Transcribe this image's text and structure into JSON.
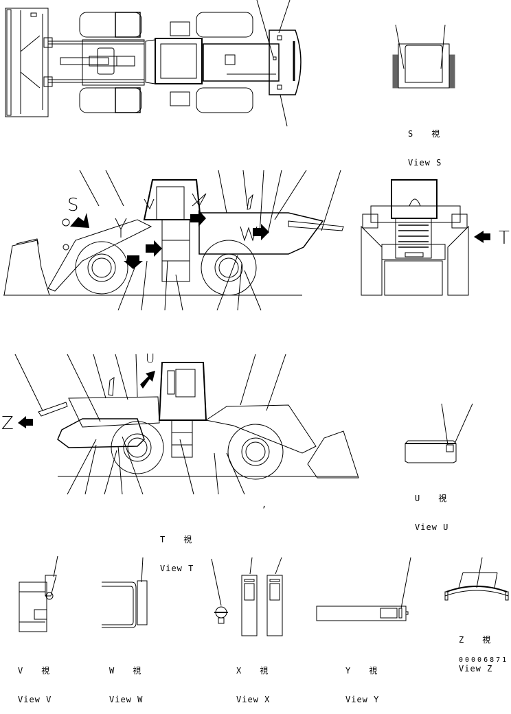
{
  "drawing": {
    "type": "decal / label placement diagram — wheel loader",
    "views": {
      "top": {
        "name": "top-plan-view"
      },
      "left_side": {
        "name": "left-side-view"
      },
      "rear": {
        "name": "rear-view"
      },
      "right_side": {
        "name": "right-side-view"
      }
    },
    "view_markers": {
      "S": "S",
      "T": "T",
      "U": "U",
      "V": "V",
      "W": "W",
      "X": "X",
      "Y": "Y",
      "Z": "Z"
    },
    "captions": {
      "S": {
        "jp": "S　　視",
        "en": "View S"
      },
      "T": {
        "jp": "T　　視",
        "en": "View T"
      },
      "U": {
        "jp": "U　　視",
        "en": "View U"
      },
      "V": {
        "jp": "V　　視",
        "en": "View V"
      },
      "W": {
        "jp": "W　　視",
        "en": "View W"
      },
      "X": {
        "jp": "X　　視",
        "en": "View X"
      },
      "Y": {
        "jp": "Y　　視",
        "en": "View Y"
      },
      "Z": {
        "jp": "Z　　視",
        "en": "View Z"
      }
    },
    "stray_mark": ",",
    "document_number": "00006871"
  },
  "colors": {
    "line": "#000000",
    "background": "#ffffff"
  }
}
